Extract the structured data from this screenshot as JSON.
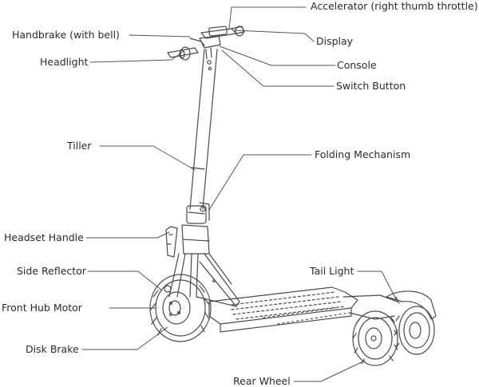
{
  "labels": {
    "accelerator": "Accelerator (right thumb throttle)",
    "handbrake": "Handbrake (with bell)",
    "display": "Display",
    "headlight": "Headlight",
    "console": "Console",
    "switch_button": "Switch Button",
    "tiller": "Tiller",
    "folding_mechanism": "Folding Mechanism",
    "headset_handle": "Headset Handle",
    "side_reflector": "Side Reflector",
    "tail_light": "Tail Light",
    "front_hub_motor": "Front Hub Motor",
    "disk_brake": "Disk Brake",
    "rear_wheel": "Rear Wheel"
  },
  "colors": {
    "line": "#4a4a4a",
    "text": "#2a2a2a"
  }
}
